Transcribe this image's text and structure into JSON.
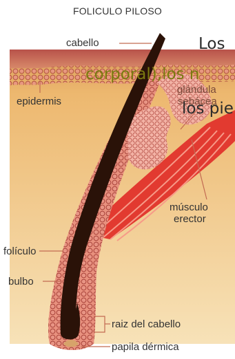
{
  "title": "FOLICULO PILOSO",
  "labels": {
    "cabello": "cabello",
    "epidermis": "epidermis",
    "glandula_line1": "glándula",
    "glandula_line2": "sebácea",
    "musculo_line1": "músculo",
    "musculo_line2": "erector",
    "foliculo": "folículo",
    "bulbo": "bulbo",
    "raiz": "raiz del cabello",
    "papila": "papila dérmica"
  },
  "overlay_text": {
    "line1": "Los",
    "line2": "corporal),los n",
    "line3": "los pie"
  },
  "colors": {
    "skin": "#E8B97B",
    "dermis": "#EEC17A",
    "hair": "#2A1208",
    "follicle": "#C24A3E",
    "muscle": "#E0302B",
    "gland": "#F0A8A0",
    "overlay_text": "#2B2B2B",
    "overlay_text_olive": "#7A7A10"
  }
}
